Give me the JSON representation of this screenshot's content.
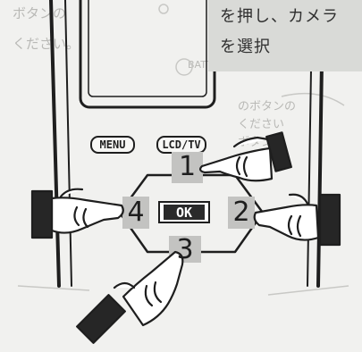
{
  "caption": {
    "line1": "を押し、カメラ",
    "line2": "を選択"
  },
  "background_text": {
    "top_left_1": "ボタンの",
    "top_left_2": "ください。",
    "battery": "BATTERY LOW",
    "side_1": "のボタンの",
    "side_2": "ください",
    "side_3": "ボタンを"
  },
  "buttons": {
    "menu": "MENU",
    "lcd_tv": "LCD/TV",
    "ok": "OK"
  },
  "directions": {
    "up": "1",
    "right": "2",
    "down": "3",
    "left": "4"
  },
  "colors": {
    "paper": "#f1f1ef",
    "caption_box": "#d9dad7",
    "number_box": "#c3c3c1",
    "ink": "#1e1e1e",
    "ok_fill": "#2a2a2a"
  }
}
